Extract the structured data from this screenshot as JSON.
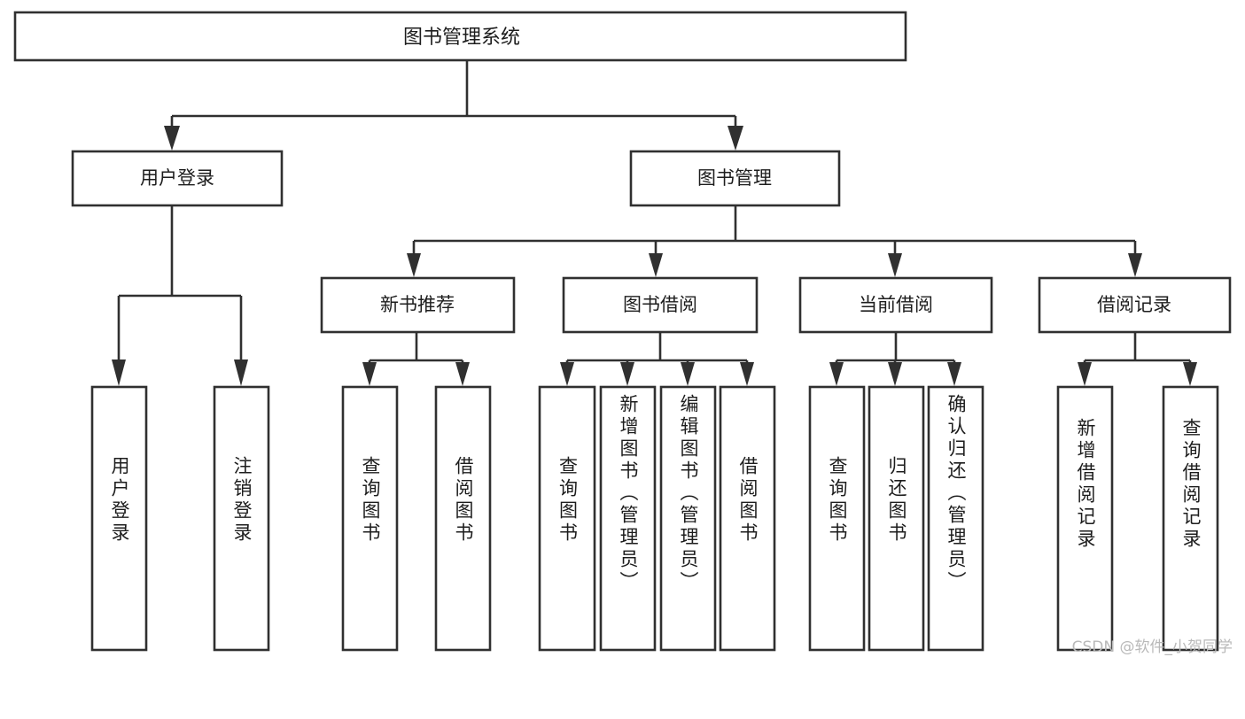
{
  "diagram": {
    "type": "tree-hierarchy",
    "title": "图书管理系统",
    "orientation": "top-down",
    "watermark": "CSDN @软件_小贺同学",
    "colors": {
      "stroke": "#303030",
      "fill": "#ffffff",
      "text": "#1d1d1d",
      "watermark": "#b9b9b9",
      "background": "#ffffff"
    },
    "levels": {
      "root": "图书管理系统",
      "level2": [
        "用户登录",
        "图书管理"
      ],
      "level3": [
        "新书推荐",
        "图书借阅",
        "当前借阅",
        "借阅记录"
      ]
    },
    "nodes": {
      "root": {
        "label": "图书管理系统"
      },
      "user_login": {
        "label": "用户登录"
      },
      "book_manage": {
        "label": "图书管理"
      },
      "new_book_rec": {
        "label": "新书推荐"
      },
      "book_borrow": {
        "label": "图书借阅"
      },
      "current_borrow": {
        "label": "当前借阅"
      },
      "borrow_record": {
        "label": "借阅记录"
      }
    },
    "leaves": {
      "user_login": [
        "用户登录",
        "注销登录"
      ],
      "new_book_rec": [
        "查询图书",
        "借阅图书"
      ],
      "book_borrow": [
        "查询图书",
        "新增图书（管理员）",
        "编辑图书（管理员）",
        "借阅图书"
      ],
      "current_borrow": [
        "查询图书",
        "归还图书",
        "确认归还（管理员）"
      ],
      "borrow_record": [
        "新增借阅记录",
        "查询借阅记录"
      ]
    }
  }
}
